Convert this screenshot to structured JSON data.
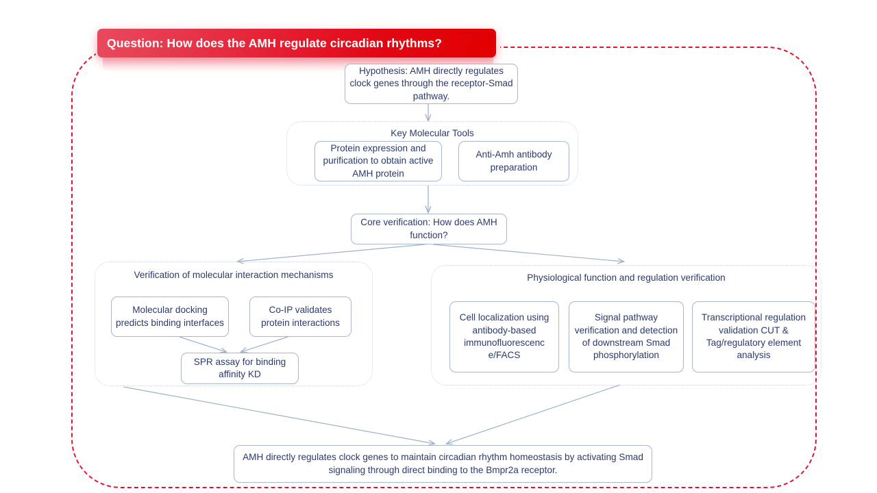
{
  "banner": {
    "text": "Question: How does the AMH regulate circadian rhythms?",
    "color": "#e10000"
  },
  "theme": {
    "node_border": "#a8b6cc",
    "node_text": "#2b3a6b",
    "group_border": "#cfd6e2",
    "arrow": "#9fb0c8",
    "frame": "#e8112d"
  },
  "nodes": {
    "hypothesis": "Hypothesis: AMH directly regulates clock genes through the receptor-Smad pathway.",
    "core_verification": "Core verification: How does AMH function?",
    "conclusion": "AMH directly regulates clock genes to maintain circadian rhythm homeostasis by activating Smad signaling through direct binding to the Bmpr2a receptor."
  },
  "groups": {
    "key_molecular_tools": {
      "title": "Key Molecular Tools",
      "items": [
        "Protein expression and purification to obtain active AMH protein",
        "Anti-Amh antibody preparation"
      ]
    },
    "molecular_interaction": {
      "title": "Verification of molecular interaction mechanisms",
      "items": [
        "Molecular docking predicts binding interfaces",
        "Co-IP validates protein interactions",
        "SPR assay for binding affinity KD"
      ]
    },
    "physiological_function": {
      "title": "Physiological function and regulation verification",
      "items": [
        "Cell localization using antibody-based immunofluorescenc e/FACS",
        "Signal pathway verification and detection of downstream Smad phosphorylation",
        "Transcriptional regulation validation CUT & Tag/regulatory element analysis"
      ]
    }
  }
}
